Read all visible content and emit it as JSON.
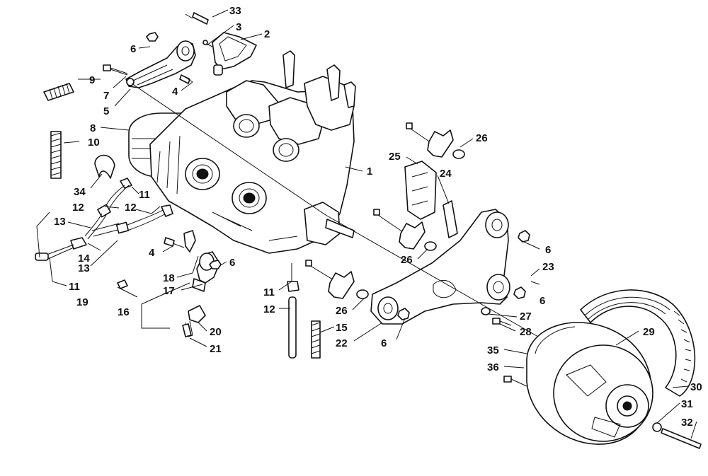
{
  "diagram": {
    "callouts": [
      {
        "id": "c33",
        "text": "33"
      },
      {
        "id": "c3",
        "text": "3"
      },
      {
        "id": "c2",
        "text": "2"
      },
      {
        "id": "c6a",
        "text": "6"
      },
      {
        "id": "c9",
        "text": "9"
      },
      {
        "id": "c7",
        "text": "7"
      },
      {
        "id": "c4a",
        "text": "4"
      },
      {
        "id": "c5",
        "text": "5"
      },
      {
        "id": "c8",
        "text": "8"
      },
      {
        "id": "c10",
        "text": "10"
      },
      {
        "id": "c1",
        "text": "1"
      },
      {
        "id": "c26a",
        "text": "26"
      },
      {
        "id": "c25",
        "text": "25"
      },
      {
        "id": "c24",
        "text": "24"
      },
      {
        "id": "c34",
        "text": "34"
      },
      {
        "id": "c11a",
        "text": "11"
      },
      {
        "id": "c12a",
        "text": "12"
      },
      {
        "id": "c12b",
        "text": "12"
      },
      {
        "id": "c13a",
        "text": "13"
      },
      {
        "id": "c14",
        "text": "14"
      },
      {
        "id": "c13b",
        "text": "13"
      },
      {
        "id": "c11b",
        "text": "11"
      },
      {
        "id": "c6b",
        "text": "6"
      },
      {
        "id": "c26b",
        "text": "26"
      },
      {
        "id": "c23",
        "text": "23"
      },
      {
        "id": "c4b",
        "text": "4"
      },
      {
        "id": "c6c",
        "text": "6"
      },
      {
        "id": "c18",
        "text": "18"
      },
      {
        "id": "c17",
        "text": "17"
      },
      {
        "id": "c6d",
        "text": "6"
      },
      {
        "id": "c19",
        "text": "19"
      },
      {
        "id": "c16",
        "text": "16"
      },
      {
        "id": "c11c",
        "text": "11"
      },
      {
        "id": "c12c",
        "text": "12"
      },
      {
        "id": "c26c",
        "text": "26"
      },
      {
        "id": "c27",
        "text": "27"
      },
      {
        "id": "c28",
        "text": "28"
      },
      {
        "id": "c15",
        "text": "15"
      },
      {
        "id": "c20",
        "text": "20"
      },
      {
        "id": "c22",
        "text": "22"
      },
      {
        "id": "c6e",
        "text": "6"
      },
      {
        "id": "c29",
        "text": "29"
      },
      {
        "id": "c21",
        "text": "21"
      },
      {
        "id": "c35",
        "text": "35"
      },
      {
        "id": "c36",
        "text": "36"
      },
      {
        "id": "c30",
        "text": "30"
      },
      {
        "id": "c31",
        "text": "31"
      },
      {
        "id": "c32",
        "text": "32"
      }
    ]
  }
}
